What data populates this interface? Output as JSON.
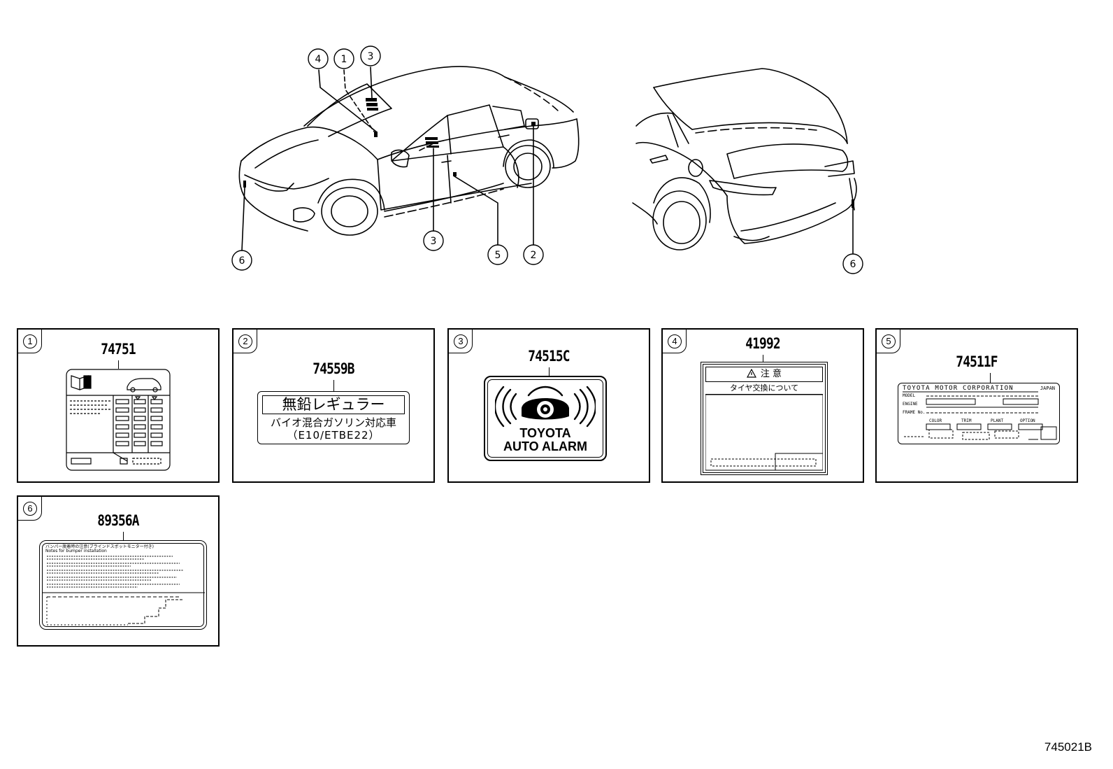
{
  "callouts": {
    "c1": "1",
    "c2": "2",
    "c3": "3",
    "c4": "4",
    "c5": "5",
    "c6": "6"
  },
  "panels": [
    {
      "index": "1",
      "part_number": "74751"
    },
    {
      "index": "2",
      "part_number": "74559B"
    },
    {
      "index": "3",
      "part_number": "74515C"
    },
    {
      "index": "4",
      "part_number": "41992"
    },
    {
      "index": "5",
      "part_number": "74511F"
    },
    {
      "index": "6",
      "part_number": "89356A"
    }
  ],
  "label_2": {
    "line1": "無鉛レギュラー",
    "line2": "バイオ混合ガソリン対応車",
    "line3": "（E10/ETBE22）"
  },
  "label_3": {
    "line1": "TOYOTA",
    "line2": "AUTO ALARM"
  },
  "label_4": {
    "header": "注 意",
    "subheader": "タイヤ交換について"
  },
  "label_5": {
    "maker": "TOYOTA MOTOR CORPORATION",
    "country": "JAPAN",
    "fields": [
      "MODEL",
      "ENGINE",
      "FRAME No."
    ],
    "codes": [
      "COLOR",
      "TRIM",
      "PLANT",
      "OPTION"
    ]
  },
  "label_6": {
    "line1": "バンパー脱着時の注意(ブラインドスポットモニター付き)",
    "line2": "Notes for bumper installation"
  },
  "document_id": "745021B"
}
